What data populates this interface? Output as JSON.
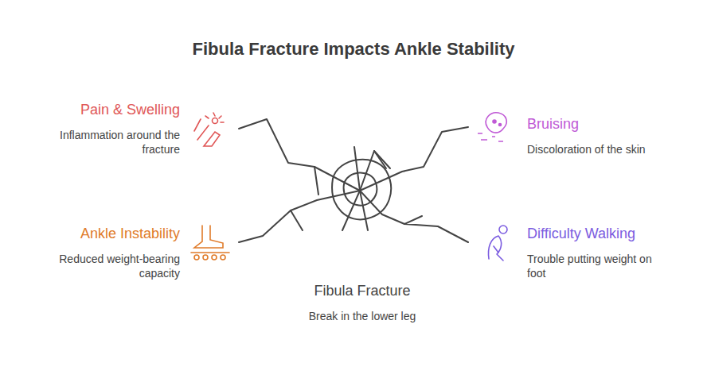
{
  "diagram": {
    "title": "Fibula Fracture Impacts Ankle Stability",
    "labels": [
      "Pain & Swelling",
      "Inflammation around the fracture",
      "Bruising",
      "Discoloration of the skin",
      "Ankle Instability",
      "Reduced weight-bearing capacity",
      "Difficulty Walking",
      "Trouble putting weight on foot",
      "Fibula Fracture",
      "Break in the lower leg"
    ]
  }
}
